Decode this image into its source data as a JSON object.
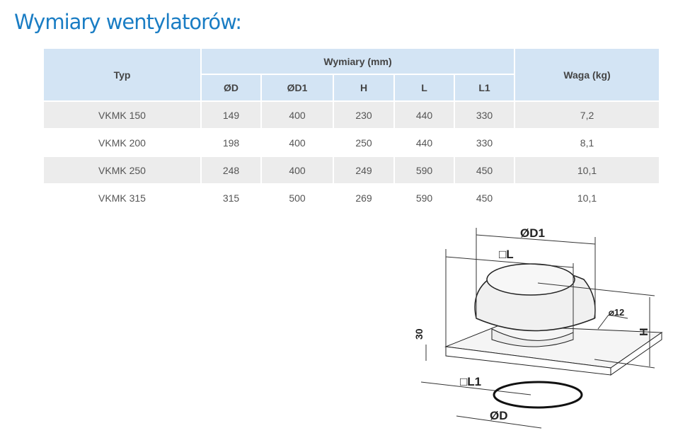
{
  "title": "Wymiary wentylatorów:",
  "table": {
    "headers": {
      "typ": "Typ",
      "group": "Wymiary (mm)",
      "weight": "Waga (kg)",
      "dims": [
        "ØD",
        "ØD1",
        "H",
        "L",
        "L1"
      ]
    },
    "rows": [
      [
        "VKMK 150",
        "149",
        "400",
        "230",
        "440",
        "330",
        "7,2"
      ],
      [
        "VKMK 200",
        "198",
        "400",
        "250",
        "440",
        "330",
        "8,1"
      ],
      [
        "VKMK 250",
        "248",
        "400",
        "249",
        "590",
        "450",
        "10,1"
      ],
      [
        "VKMK 315",
        "315",
        "500",
        "269",
        "590",
        "450",
        "10,1"
      ]
    ]
  },
  "diagram": {
    "d1": "ØD1",
    "l": "□L",
    "hole": "⌀12",
    "h": "H",
    "t": "30",
    "l1": "□L1",
    "d": "ØD"
  }
}
